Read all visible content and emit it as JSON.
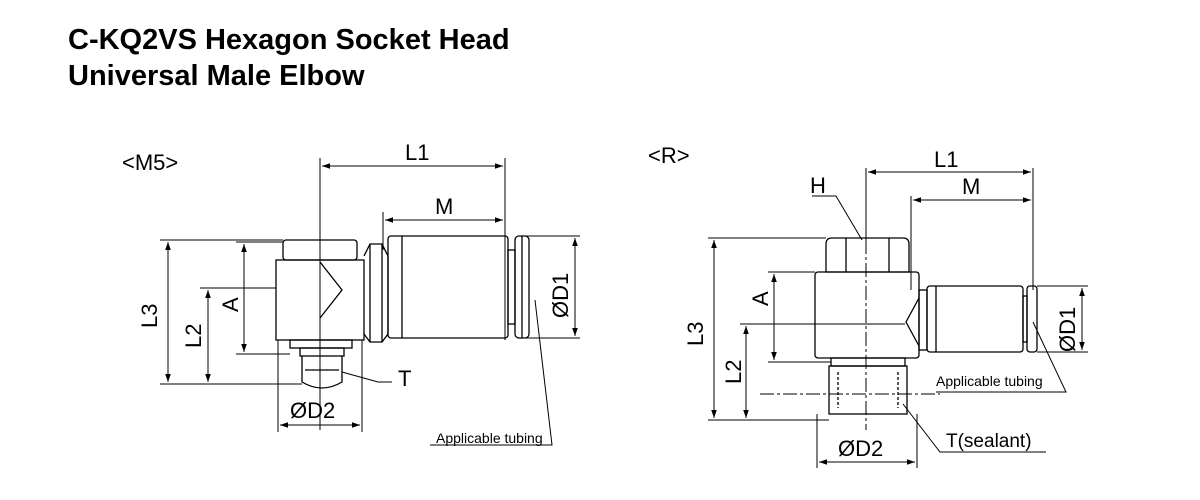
{
  "title": {
    "line1": "C-KQ2VS Hexagon Socket Head",
    "line2": "Universal Male Elbow"
  },
  "views": {
    "m5": {
      "label": "<M5>",
      "L1": "L1",
      "M": "M",
      "L3": "L3",
      "L2": "L2",
      "A": "A",
      "D1": "ØD1",
      "D2": "ØD2",
      "T": "T",
      "tubing": "Applicable tubing"
    },
    "r": {
      "label": "<R>",
      "H": "H",
      "L1": "L1",
      "M": "M",
      "L3": "L3",
      "L2": "L2",
      "A": "A",
      "D1": "ØD1",
      "D2": "ØD2",
      "T": "T(sealant)",
      "tubing": "Applicable tubing"
    }
  }
}
